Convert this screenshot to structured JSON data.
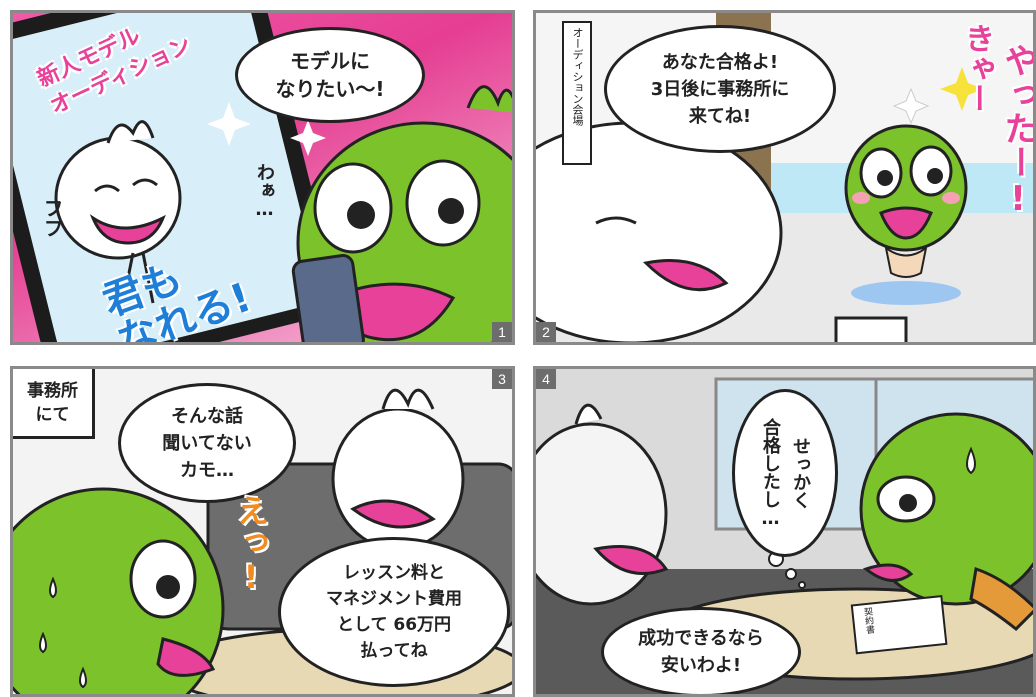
{
  "panels": [
    {
      "number": "1",
      "bubble": "モデルに\nなりたい〜!",
      "phone_headline": "新人モデル\nオーディション",
      "phone_fufu": "フフ",
      "phone_slogan": "君も\nなれる!",
      "sfx_waa": "わぁ…"
    },
    {
      "number": "2",
      "sign": "オーディション会場",
      "bubble": "あなた合格よ!\n3日後に事務所に\n来てね!",
      "sfx_kya": "きゃー",
      "sfx_yatta": "やったー!"
    },
    {
      "number": "3",
      "caption": "事務所\nにて",
      "bubble_top": "そんな話\n聞いてない\nカモ…",
      "sfx_e": "えっ!",
      "bubble_bottom": "レッスン料と\nマネジメント費用\nとして 66万円\n払ってね"
    },
    {
      "number": "4",
      "thought": "せっかく\n合格したし…",
      "bubble": "成功できるなら\n安いわよ!",
      "contract": "契約書"
    }
  ],
  "colors": {
    "green_character": "#7cc22b",
    "lips": "#e8419a",
    "pink_bg": "#e84793",
    "outline": "#222222"
  }
}
